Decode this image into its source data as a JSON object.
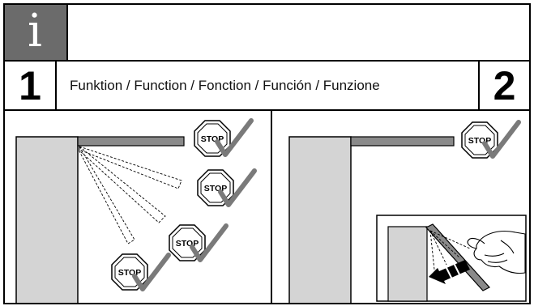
{
  "header": {
    "info_symbol": "i",
    "step_left": "1",
    "step_right": "2",
    "title": "Funktion / Function / Fonction / Función / Funzione"
  },
  "panels": {
    "left": {
      "stop_label": "STOP",
      "signs": 4
    },
    "right": {
      "stop_label": "STOP",
      "signs": 1
    }
  },
  "icons": {
    "stop_sign": "stop-octagon-icon",
    "check": "checkmark-icon",
    "hand": "hand-icon",
    "arrow": "arrow-icon"
  }
}
